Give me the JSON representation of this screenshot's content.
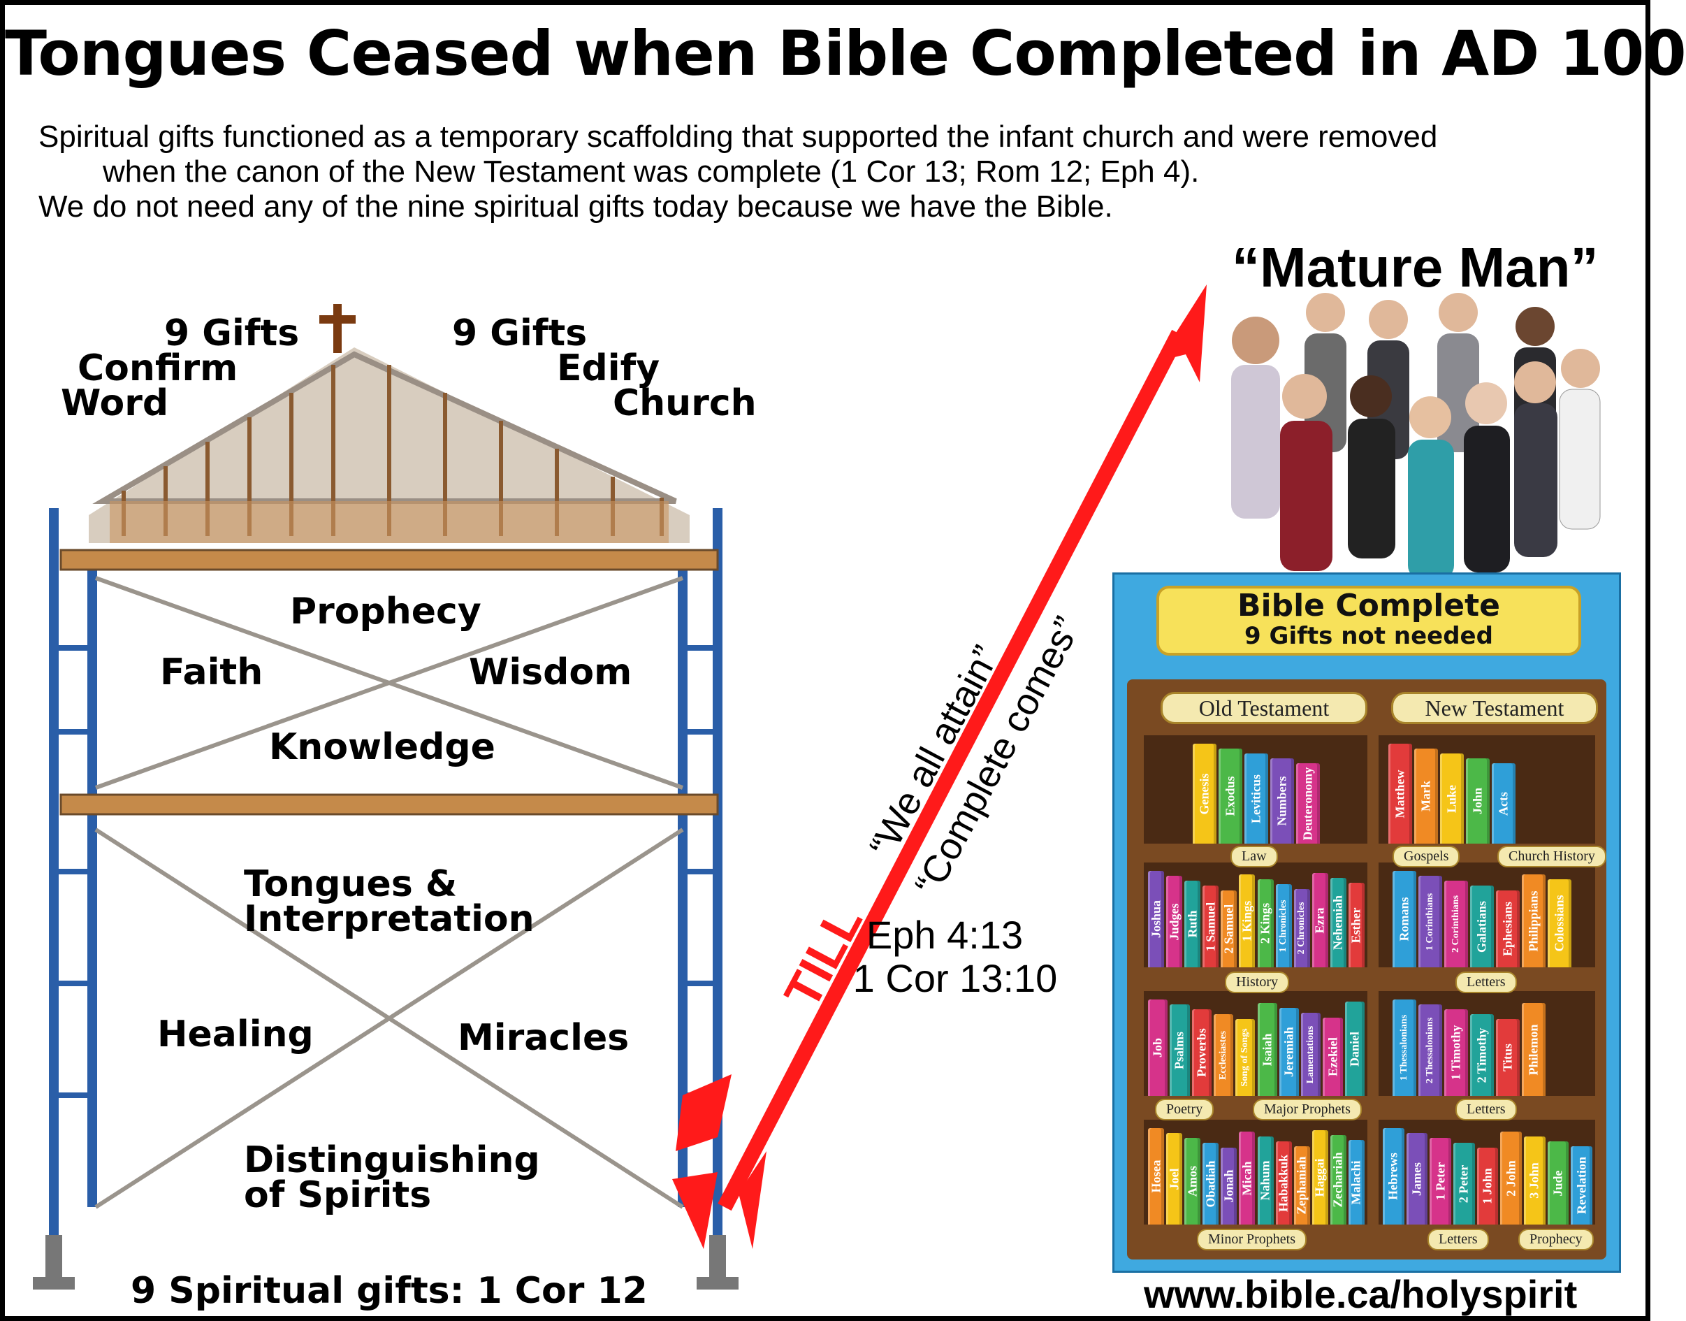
{
  "title": "Tongues Ceased when Bible Completed in AD 100",
  "subtitle": {
    "line1": "Spiritual gifts functioned as a temporary scaffolding that supported the infant church and were removed",
    "line2": "when the canon of the New Testament was complete (1 Cor 13; Rom 12; Eph 4).",
    "line3": "We do not need any of the nine spiritual gifts today because we have the Bible."
  },
  "building": {
    "left_label": [
      "9 Gifts",
      "Confirm",
      "Word"
    ],
    "right_label": [
      "9 Gifts",
      "Edify",
      "Church"
    ]
  },
  "scaffold": {
    "upper": [
      "Prophecy",
      "Faith",
      "Wisdom",
      "Knowledge"
    ],
    "lower": {
      "tongues": [
        "Tongues &",
        "Interpretation"
      ],
      "healing": "Healing",
      "miracles": "Miracles",
      "distinguishing": [
        "Distinguishing",
        "of Spirits"
      ]
    },
    "footer": "9 Spiritual gifts: 1 Cor 12"
  },
  "arrow": {
    "till": "TILL",
    "quote1": "“We all attain”",
    "quote2": "“Complete comes”",
    "refs": [
      "Eph 4:13",
      "1 Cor 13:10"
    ]
  },
  "mature_man": "“Mature Man”",
  "bible_chart": {
    "banner_title": "Bible Complete",
    "banner_sub": "9 Gifts not needed",
    "ot_header": "Old Testament",
    "nt_header": "New Testament",
    "shelves": {
      "law": {
        "label": "Law",
        "books": [
          "Genesis",
          "Exodus",
          "Leviticus",
          "Numbers",
          "Deuteronomy"
        ]
      },
      "gospels": {
        "label": "Gospels",
        "books": [
          "Matthew",
          "Mark",
          "Luke",
          "John"
        ]
      },
      "church_history": {
        "label": "Church History",
        "books": [
          "Acts"
        ]
      },
      "history": {
        "label": "History",
        "books": [
          "Joshua",
          "Judges",
          "Ruth",
          "1 Samuel",
          "2 Samuel",
          "1 Kings",
          "2 Kings",
          "1 Chronicles",
          "2 Chronicles",
          "Ezra",
          "Nehemiah",
          "Esther"
        ]
      },
      "letters1": {
        "label": "Letters",
        "books": [
          "Romans",
          "1 Corinthians",
          "2 Corinthians",
          "Galatians",
          "Ephesians",
          "Philippians",
          "Colossians"
        ]
      },
      "poetry": {
        "label": "Poetry",
        "books": [
          "Job",
          "Psalms",
          "Proverbs",
          "Ecclesiastes",
          "Song of Songs"
        ]
      },
      "major_prophets": {
        "label": "Major Prophets",
        "books": [
          "Isaiah",
          "Jeremiah",
          "Lamentations",
          "Ezekiel",
          "Daniel"
        ]
      },
      "letters2": {
        "label": "Letters",
        "books": [
          "1 Thessalonians",
          "2 Thessalonians",
          "1 Timothy",
          "2 Timothy",
          "Titus",
          "Philemon"
        ]
      },
      "minor_prophets": {
        "label": "Minor Prophets",
        "books": [
          "Hosea",
          "Joel",
          "Amos",
          "Obadiah",
          "Jonah",
          "Micah",
          "Nahum",
          "Habakkuk",
          "Zephaniah",
          "Haggai",
          "Zechariah",
          "Malachi"
        ]
      },
      "letters3": {
        "label": "Letters",
        "books": [
          "Hebrews",
          "James",
          "1 Peter",
          "2 Peter",
          "1 John",
          "2 John",
          "3 John",
          "Jude"
        ]
      },
      "prophecy": {
        "label": "Prophecy",
        "books": [
          "Revelation"
        ]
      }
    }
  },
  "url": "www.bible.ca/holyspirit",
  "colors": {
    "arrow": "#ff1a1a",
    "scaffold": "#2a5ea8",
    "chart_bg": "#3fa9e0",
    "shelf_wood": "#7a4a22"
  }
}
